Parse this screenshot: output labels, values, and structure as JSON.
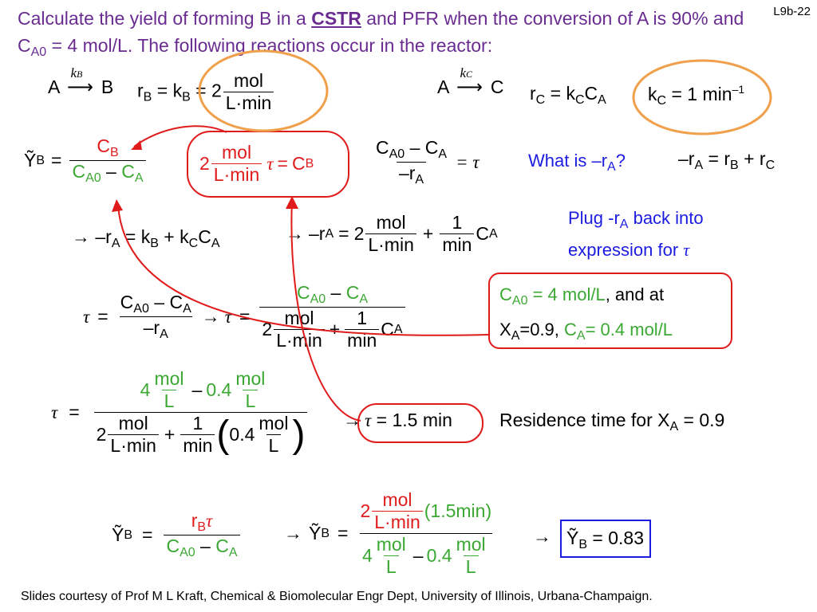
{
  "slide_id": "L9b-22",
  "title": {
    "part1": "Calculate the yield of forming B in a ",
    "cstr": "CSTR",
    "part2": " and PFR when the conversion of A is 90% and C",
    "sub_a0": "A0",
    "part3": " = 4 mol/L.  The following reactions occur in the reactor:"
  },
  "reaction_b": {
    "a": "A",
    "k": "k",
    "k_sub": "B",
    "b": "B",
    "rate_lhs": "r",
    "rate_sub": "B",
    "eq": "=",
    "k_rhs": "k",
    "k_rhs_sub": "B",
    "value": "2",
    "unit_num": "mol",
    "unit_den": "L·min"
  },
  "reaction_c": {
    "a": "A",
    "k": "k",
    "k_sub": "C",
    "c": "C",
    "rate_lhs": "r",
    "rate_sub": "C",
    "rhs": "k",
    "rhs_sub1": "C",
    "rhs_c": "C",
    "rhs_sub2": "A",
    "kc_lhs": "k",
    "kc_sub": "C",
    "kc_value": "1 min",
    "kc_exp": "–1"
  },
  "yield_def": {
    "y": "Ỹ",
    "y_sub": "B",
    "num": "C",
    "num_sub": "B",
    "den_c1": "C",
    "den_sub1": "A0",
    "den_minus": "–",
    "den_c2": "C",
    "den_sub2": "A"
  },
  "tau_cb": {
    "value": "2",
    "unit_num": "mol",
    "unit_den": "L·min",
    "tau": "τ",
    "eq": "=",
    "c": "C",
    "sub": "B"
  },
  "tau_def": {
    "num": "C",
    "num_sub1": "A0",
    "minus": "–",
    "num_c2": "C",
    "num_sub2": "A",
    "den": "–r",
    "den_sub": "A",
    "eq": "= τ"
  },
  "question": {
    "text": "What is –r",
    "sub": "A",
    "end": "?"
  },
  "ra_sum": {
    "lhs": "–r",
    "lhs_sub": "A",
    "eq": "=",
    "r1": "r",
    "r1_sub": "B",
    "plus": "+",
    "r2": "r",
    "r2_sub": "C"
  },
  "ra_line": {
    "arrow1": "→",
    "lhs1": "–r",
    "lhs1_sub": "A",
    "eq1": "=",
    "k1": "k",
    "k1_sub": "B",
    "plus1": "+",
    "k2": "k",
    "k2_sub": "C",
    "c": "C",
    "c_sub": "A",
    "arrow2": "→",
    "lhs2": "–r",
    "lhs2_sub": "A",
    "eq2": "=",
    "two": "2",
    "u_num": "mol",
    "u_den": "L·min",
    "plus2": "+",
    "one": "1",
    "min": "min",
    "c2": "C",
    "c2_sub": "A"
  },
  "plug_note": {
    "line1a": "Plug -r",
    "line1_sub": "A",
    "line1b": " back into",
    "line2": "expression for ",
    "tau": "τ"
  },
  "tau_expr": {
    "tau": "τ",
    "eq": "=",
    "num": "C",
    "num_sub1": "A0",
    "minus": "–",
    "num_c2": "C",
    "num_sub2": "A",
    "den": "–r",
    "den_sub": "A",
    "arrow": "→",
    "tau2": "τ",
    "eq2": "=",
    "two": "2",
    "u_num": "mol",
    "u_den": "L·min",
    "plus": "+",
    "one": "1",
    "min": "min",
    "c": "C",
    "c_sub": "A"
  },
  "given_box": {
    "c": "C",
    "c_sub": "A0",
    "text1": " = 4 mol/L",
    "text2": ", and at",
    "x": "X",
    "x_sub": "A",
    "text3": "=0.9, ",
    "ca": "C",
    "ca_sub": "A",
    "text4": "= ",
    "text5": "0.4 mol/L"
  },
  "tau_numeric": {
    "tau": "τ",
    "eq": "=",
    "four": "4",
    "mol": "mol",
    "L": "L",
    "minus": "–",
    "zero4": "0.4",
    "two": "2",
    "u_num": "mol",
    "u_den": "L·min",
    "plus": "+",
    "one": "1",
    "min": "min",
    "paren_val": "0.4",
    "p_num": "mol",
    "p_den": "L"
  },
  "tau_result": {
    "arrow": "→",
    "tau": "τ",
    "eq": "=",
    "value": "1.5 min"
  },
  "residence": {
    "text": "Residence time for X",
    "sub": "A",
    "end": " = 0.9"
  },
  "yield_calc": {
    "y": "Ỹ",
    "y_sub": "B",
    "eq": "=",
    "num_r": "r",
    "num_sub": "B",
    "num_tau": "τ",
    "den_c1": "C",
    "den_sub1": "A0",
    "den_minus": "–",
    "den_c2": "C",
    "den_sub2": "A",
    "arrow": "→",
    "y2": "Ỹ",
    "y2_sub": "B",
    "eq2": "=",
    "two": "2",
    "u_num": "mol",
    "u_den": "L·min",
    "paren": "(1.5min)",
    "four": "4",
    "mol": "mol",
    "L": "L",
    "minus": "–",
    "zero4": "0.4",
    "arrow2": "→",
    "y3": "Ỹ",
    "y3_sub": "B",
    "eq3": "=",
    "result": "0.83"
  },
  "footer": "Slides courtesy of Prof M L Kraft, Chemical & Biomolecular Engr Dept, University of Illinois, Urbana-Champaign.",
  "colors": {
    "title": "#6a2c91",
    "blue": "#1c1ce0",
    "green": "#3aa832",
    "red": "#e01b1b",
    "orange": "#f0a04b"
  }
}
